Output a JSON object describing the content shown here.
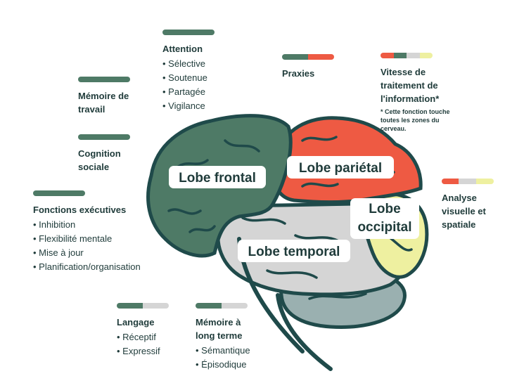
{
  "colors": {
    "dark_green": "#4e7a66",
    "light_grey": "#d5d5d5",
    "red": "#ee5a43",
    "yellow": "#eef0a0",
    "blue_grey": "#9ab0b0",
    "outline": "#1f4a4a"
  },
  "lobes": {
    "frontal": "Lobe frontal",
    "parietal": "Lobe pariétal",
    "occipital_1": "Lobe",
    "occipital_2": "occipital",
    "temporal": "Lobe temporal"
  },
  "attention": {
    "title": "Attention",
    "items": [
      "Sélective",
      "Soutenue",
      "Partagée",
      "Vigilance"
    ]
  },
  "praxies": {
    "title": "Praxies"
  },
  "vitesse": {
    "title_1": "Vitesse de",
    "title_2": "traitement de",
    "title_3": "l'information*",
    "note_1": "* Cette fonction touche",
    "note_2": "toutes les zones du",
    "note_3": "cerveau."
  },
  "memoire_travail": {
    "title_1": "Mémoire de",
    "title_2": "travail"
  },
  "cognition": {
    "title_1": "Cognition",
    "title_2": "sociale"
  },
  "fonctions": {
    "title": "Fonctions exécutives",
    "items": [
      "Inhibition",
      "Flexibilité mentale",
      "Mise à jour",
      "Planification/organisation"
    ]
  },
  "analyse": {
    "title_1": "Analyse",
    "title_2": "visuelle et",
    "title_3": "spatiale"
  },
  "langage": {
    "title": "Langage",
    "items": [
      "Réceptif",
      "Expressif"
    ]
  },
  "memoire_long": {
    "title_1": "Mémoire à",
    "title_2": "long terme",
    "items": [
      "Sémantique",
      "Épisodique"
    ]
  }
}
